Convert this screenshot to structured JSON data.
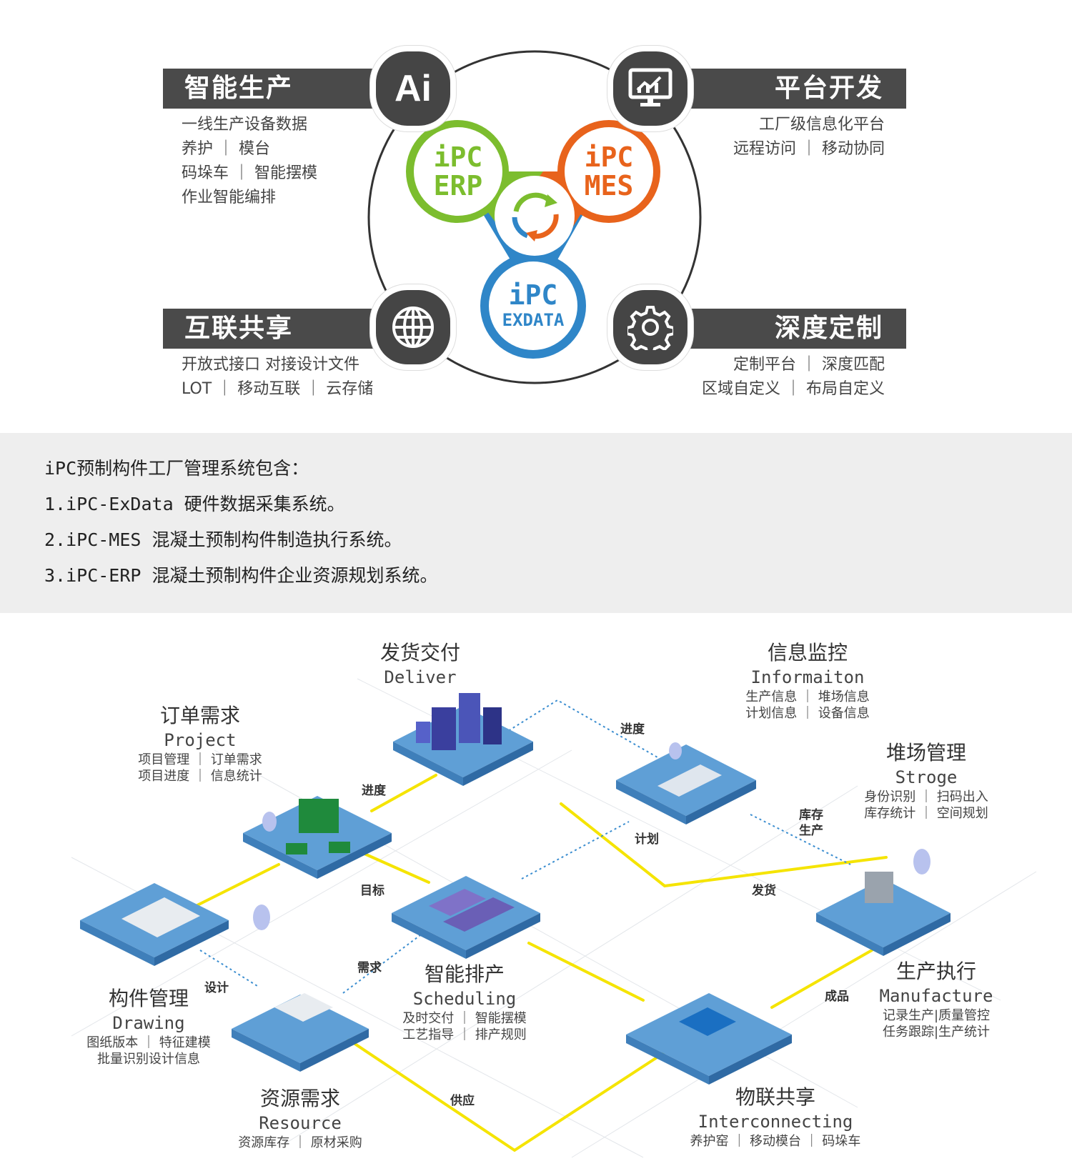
{
  "features": {
    "tl": {
      "title": "智能生产",
      "lines": [
        "一线生产设备数据",
        "养护 ｜ 模台",
        "码垛车 ｜ 智能摆模",
        "作业智能编排"
      ],
      "icon": "ai-icon",
      "badge": "Ai"
    },
    "tr": {
      "title": "平台开发",
      "lines": [
        "工厂级信息化平台",
        "远程访问 ｜ 移动协同"
      ],
      "icon": "monitor-chart-icon"
    },
    "bl": {
      "title": "互联共享",
      "lines": [
        "开放式接口  对接设计文件",
        "LOT ｜ 移动互联 ｜ 云存储"
      ],
      "icon": "globe-icon"
    },
    "br": {
      "title": "深度定制",
      "lines": [
        "定制平台 ｜ 深度匹配",
        "区域自定义 ｜ 布局自定义"
      ],
      "icon": "gear-icon"
    }
  },
  "hub": {
    "erp": {
      "l1": "iPC",
      "l2": "ERP",
      "color": "#7cbd2e"
    },
    "mes": {
      "l1": "iPC",
      "l2": "MES",
      "color": "#e8631c"
    },
    "exdata": {
      "l1": "iPC",
      "l2": "EXDATA",
      "color": "#2f86c8"
    },
    "center_icon": "sync-arrows-icon"
  },
  "summary": {
    "heading": "iPC预制构件工厂管理系统包含：",
    "items": [
      "1.iPC-ExData 硬件数据采集系统。",
      "2.iPC-MES 混凝土预制构件制造执行系统。",
      "3.iPC-ERP 混凝土预制构件企业资源规划系统。"
    ]
  },
  "modules": {
    "deliver": {
      "cn": "发货交付",
      "en": "Deliver"
    },
    "info": {
      "cn": "信息监控",
      "en": "Informaiton",
      "d1": "生产信息 ｜ 堆场信息",
      "d2": "计划信息 ｜ 设备信息"
    },
    "project": {
      "cn": "订单需求",
      "en": "Project",
      "d1": "项目管理 ｜ 订单需求",
      "d2": "项目进度 ｜ 信息统计"
    },
    "stroge": {
      "cn": "堆场管理",
      "en": "Stroge",
      "d1": "身份识别 ｜ 扫码出入",
      "d2": "库存统计 ｜ 空间规划"
    },
    "drawing": {
      "cn": "构件管理",
      "en": "Drawing",
      "d1": "图纸版本 ｜ 特征建模",
      "d2": "批量识别设计信息"
    },
    "scheduling": {
      "cn": "智能排产",
      "en": "Scheduling",
      "d1": "及时交付 ｜ 智能摆模",
      "d2": "工艺指导 ｜ 排产规则"
    },
    "manufacture": {
      "cn": "生产执行",
      "en": "Manufacture",
      "d1": "记录生产|质量管控",
      "d2": "任务跟踪|生产统计"
    },
    "resource": {
      "cn": "资源需求",
      "en": "Resource",
      "d1": "资源库存 ｜ 原材采购"
    },
    "interconnecting": {
      "cn": "物联共享",
      "en": "Interconnecting",
      "d1": "养护窑 ｜ 移动模台 ｜ 码垛车"
    }
  },
  "flows": {
    "jindu1": "进度",
    "jindu2": "进度",
    "kucun": "库存",
    "shengchan": "生产",
    "jihua": "计划",
    "mubiao": "目标",
    "fahuo": "发货",
    "xuqiu": "需求",
    "sheji": "设计",
    "chengpin": "成品",
    "gongying": "供应"
  },
  "colors": {
    "dark_bar": "#4a4a4a",
    "platform": "#5f9fd6",
    "flow_yellow": "#f5e400",
    "band": "#eeeeee"
  }
}
